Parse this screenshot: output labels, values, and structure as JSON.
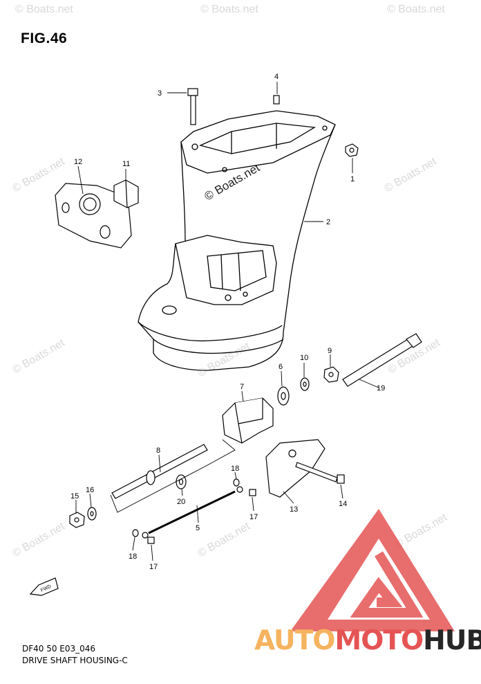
{
  "figure": {
    "title": "FIG.46",
    "code": "DF40 50 E03_046",
    "caption": "DRIVE SHAFT HOUSING-C"
  },
  "watermark": {
    "text": "© Boats.net",
    "color": "#D9D9D9"
  },
  "brand": {
    "part1": "AUTO",
    "part2": "MOTO",
    "part3": "HUB",
    "colors": {
      "part1": "#F6B35F",
      "part2": "#E55454",
      "part3": "#262626"
    }
  },
  "fwd_label": "FWD",
  "callouts": {
    "n1": "1",
    "n2": "2",
    "n3": "3",
    "n4": "4",
    "n5": "5",
    "n6": "6",
    "n7": "7",
    "n8": "8",
    "n9": "9",
    "n10": "10",
    "n11": "11",
    "n12": "12",
    "n13": "13",
    "n14": "14",
    "n15": "15",
    "n16": "16",
    "n17a": "17",
    "n17b": "17",
    "n18a": "18",
    "n18b": "18",
    "n19": "19",
    "n20": "20"
  }
}
